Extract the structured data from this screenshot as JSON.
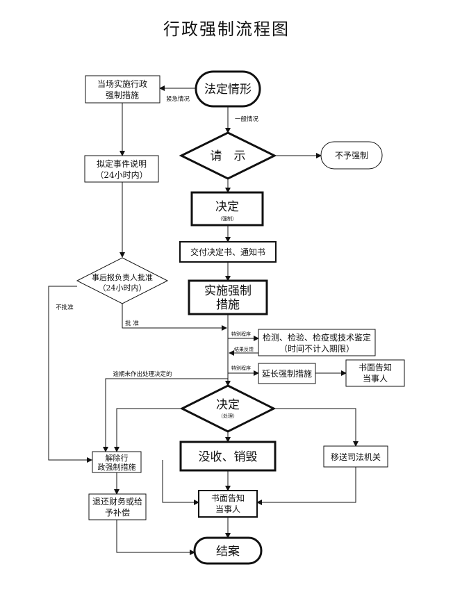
{
  "title": "行政强制流程图",
  "nodes": {
    "start": "法定情形",
    "onsite_line1": "当场实施行政",
    "onsite_line2": "强制措施",
    "request": "请　示",
    "no_enforce": "不予强制",
    "explain_line1": "拟定事件说明",
    "explain_line2": "（24小时内）",
    "decide1": "决定",
    "decide1_sub": "（强制）",
    "deliver": "交付决定书、通知书",
    "report_line1": "事后报负责人批准",
    "report_line2": "（24小时内）",
    "implement_line1": "实施强制",
    "implement_line2": "措施",
    "inspect_line1": "检测、检验、检疫或技术鉴定",
    "inspect_line2": "（时间不计入期限）",
    "extend": "延长强制措施",
    "notify_party_line1": "书面告知",
    "notify_party_line2": "当事人",
    "decide2": "决定",
    "decide2_sub": "（处理）",
    "confiscate": "没收、销毁",
    "transfer": "移送司法机关",
    "lift_line1": "解除行",
    "lift_line2": "政强制措施",
    "refund_line1": "退还财务或给",
    "refund_line2": "予补偿",
    "notify2_line1": "书面告知",
    "notify2_line2": "当事人",
    "end": "结案"
  },
  "labels": {
    "urgent": "紧急情况",
    "general": "一般情况",
    "not_approved": "不批准",
    "approved": "批 准",
    "special1": "特别程序",
    "result_feedback": "结果反馈",
    "special2": "特别程序",
    "overdue": "逾期未作出处理决定的"
  }
}
